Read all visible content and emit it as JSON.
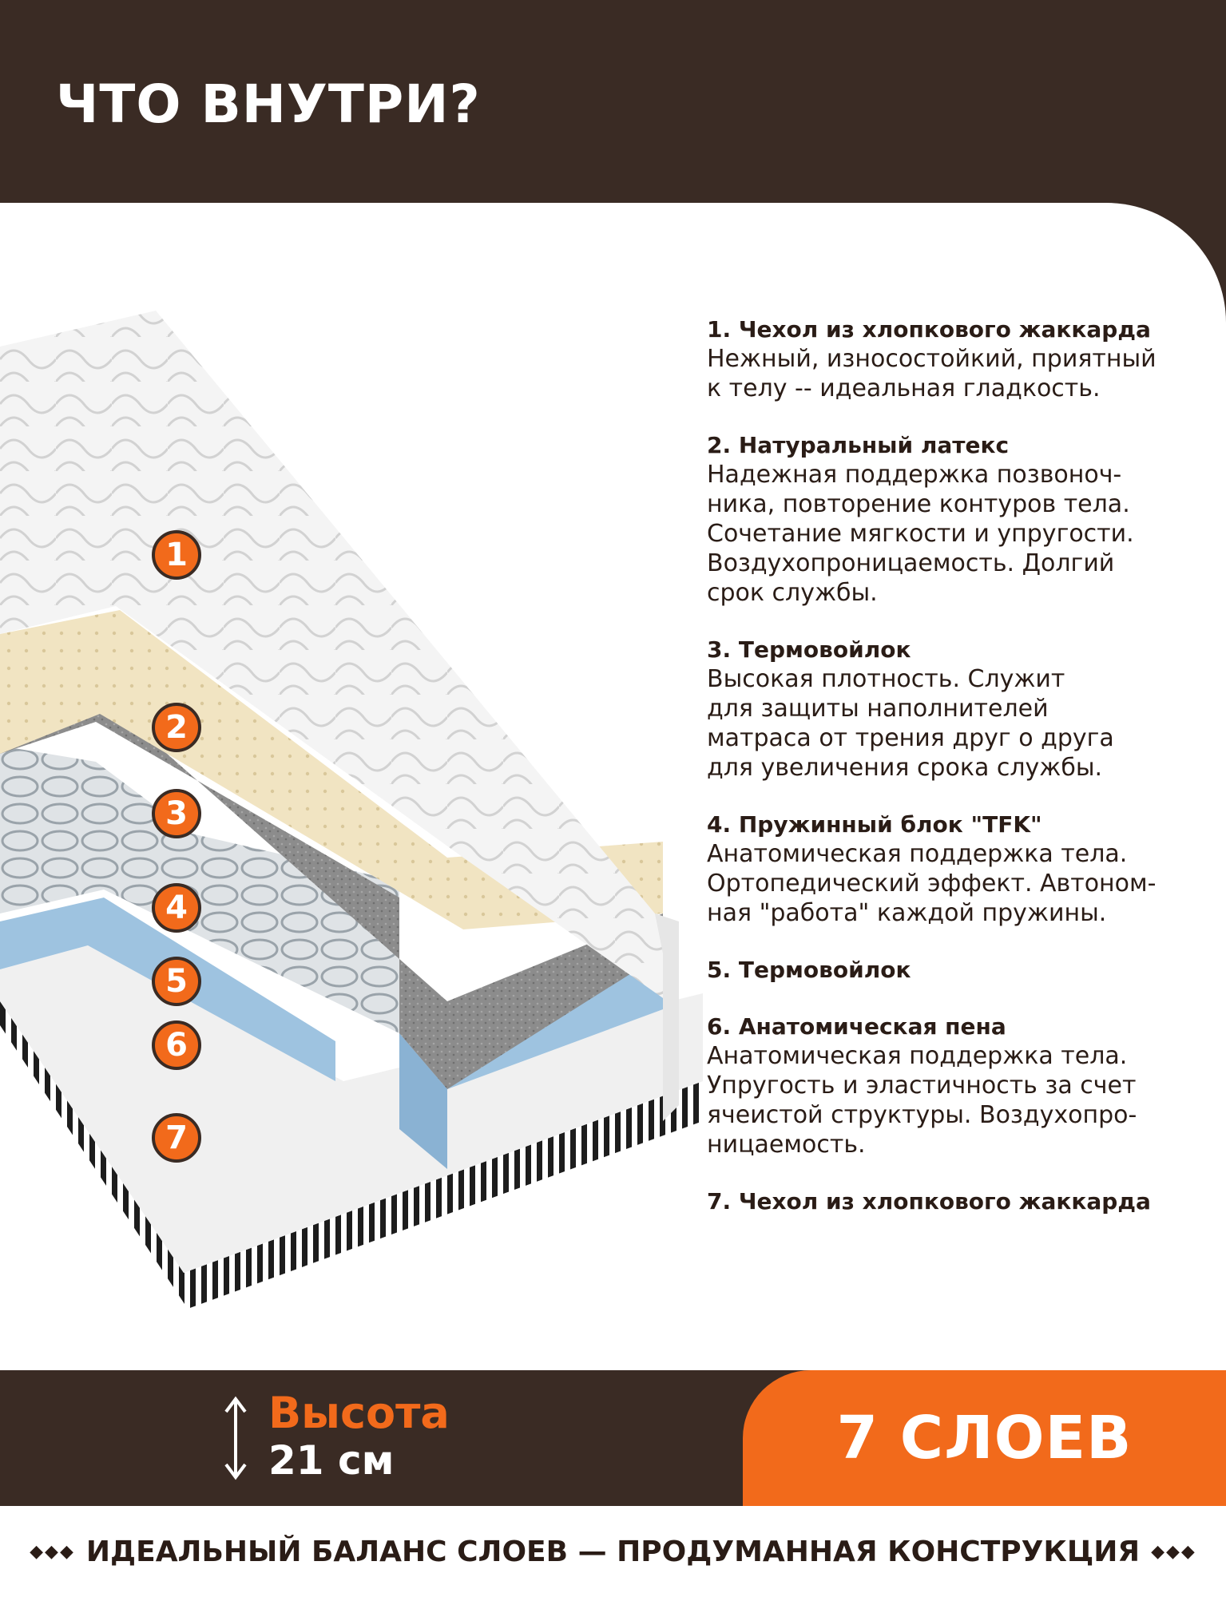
{
  "header": {
    "title": "ЧТО ВНУТРИ?"
  },
  "badges": [
    "1",
    "2",
    "3",
    "4",
    "5",
    "6",
    "7"
  ],
  "layers": [
    {
      "title": "1. Чехол из хлопкового жаккарда",
      "body": "Нежный, износостойкий, приятный\nк телу -- идеальная гладкость."
    },
    {
      "title": "2. Натуральный латекс",
      "body": "Надежная поддержка позвоноч-\nника, повторение контуров тела.\nСочетание мягкости и упругости.\nВоздухопроницаемость. Долгий\nсрок службы."
    },
    {
      "title": "3. Термовойлок",
      "body": "Высокая плотность. Служит\nдля защиты наполнителей\nматраса от трения друг о друга\nдля увеличения срока службы."
    },
    {
      "title": "4. Пружинный блок \"TFK\"",
      "body": "Анатомическая поддержка тела.\nОртопедический эффект. Автоном-\nная \"работа\" каждой пружины."
    },
    {
      "title": "5. Термовойлок",
      "body": ""
    },
    {
      "title": "6.  Анатомическая пена",
      "body": " Анатомическая поддержка тела.\nУпругость и эластичность за счет\nячеистой структуры. Воздухопро-\nницаемость."
    },
    {
      "title": "7. Чехол из хлопкового жаккарда",
      "body": ""
    }
  ],
  "footer": {
    "height_label": "Высота",
    "height_value": "21 см",
    "layers_count": "7 СЛОЕВ",
    "tagline": "ИДЕАЛЬНЫЙ БАЛАНС СЛОЕВ — ПРОДУМАННАЯ КОНСТРУКЦИЯ",
    "tagline_deco": "◆◆◆"
  },
  "colors": {
    "brown": "#3a2b24",
    "orange": "#f26a1b",
    "latex": "#f1e4c2",
    "foam": "#9ec3e0",
    "felt": "#8a8a8a"
  },
  "icons": {
    "height": "double-arrow-vertical-icon"
  }
}
